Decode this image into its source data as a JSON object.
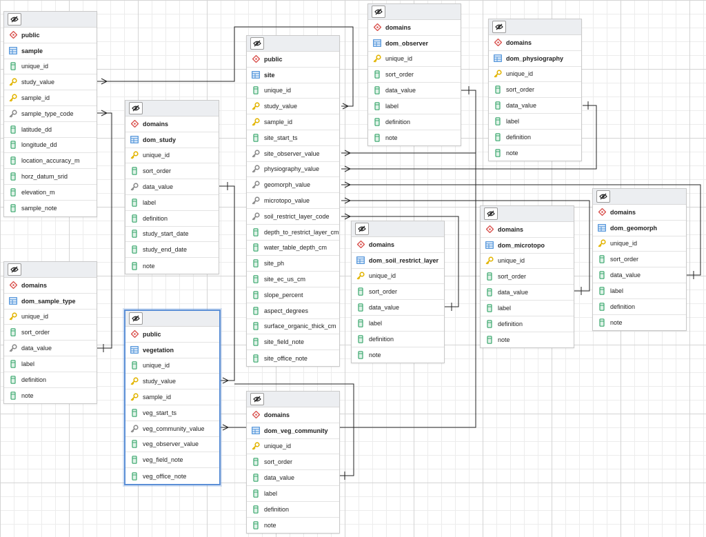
{
  "colors": {
    "schema_icon": "#d9534f",
    "table_icon": "#4a90d9",
    "column_icon": "#3aa76d",
    "pk_key": "#e2b400",
    "fk_key": "#8a8a8a",
    "selection": "#5b8fd6",
    "connector": "#222222"
  },
  "tables": [
    {
      "id": "sample",
      "schema": "public",
      "name": "sample",
      "columns": [
        {
          "name": "unique_id",
          "icon": "column-icon"
        },
        {
          "name": "study_value",
          "icon": "key-icon"
        },
        {
          "name": "sample_id",
          "icon": "key-icon"
        },
        {
          "name": "sample_type_code",
          "icon": "foreign-key-icon"
        },
        {
          "name": "latitude_dd",
          "icon": "column-icon"
        },
        {
          "name": "longitude_dd",
          "icon": "column-icon"
        },
        {
          "name": "location_accuracy_m",
          "icon": "column-icon"
        },
        {
          "name": "horz_datum_srid",
          "icon": "column-icon"
        },
        {
          "name": "elevation_m",
          "icon": "column-icon"
        },
        {
          "name": "sample_note",
          "icon": "column-icon"
        }
      ]
    },
    {
      "id": "dom_sample_type",
      "schema": "domains",
      "name": "dom_sample_type",
      "columns": [
        {
          "name": "unique_id",
          "icon": "key-icon"
        },
        {
          "name": "sort_order",
          "icon": "column-icon"
        },
        {
          "name": "data_value",
          "icon": "foreign-key-icon"
        },
        {
          "name": "label",
          "icon": "column-icon"
        },
        {
          "name": "definition",
          "icon": "column-icon"
        },
        {
          "name": "note",
          "icon": "column-icon"
        }
      ]
    },
    {
      "id": "dom_study",
      "schema": "domains",
      "name": "dom_study",
      "columns": [
        {
          "name": "unique_id",
          "icon": "key-icon"
        },
        {
          "name": "sort_order",
          "icon": "column-icon"
        },
        {
          "name": "data_value",
          "icon": "foreign-key-icon"
        },
        {
          "name": "label",
          "icon": "column-icon"
        },
        {
          "name": "definition",
          "icon": "column-icon"
        },
        {
          "name": "study_start_date",
          "icon": "column-icon"
        },
        {
          "name": "study_end_date",
          "icon": "column-icon"
        },
        {
          "name": "note",
          "icon": "column-icon"
        }
      ]
    },
    {
      "id": "vegetation",
      "schema": "public",
      "name": "vegetation",
      "selected": true,
      "columns": [
        {
          "name": "unique_id",
          "icon": "column-icon"
        },
        {
          "name": "study_value",
          "icon": "key-icon"
        },
        {
          "name": "sample_id",
          "icon": "key-icon"
        },
        {
          "name": "veg_start_ts",
          "icon": "column-icon"
        },
        {
          "name": "veg_community_value",
          "icon": "foreign-key-icon"
        },
        {
          "name": "veg_observer_value",
          "icon": "column-icon"
        },
        {
          "name": "veg_field_note",
          "icon": "column-icon"
        },
        {
          "name": "veg_office_note",
          "icon": "column-icon"
        }
      ]
    },
    {
      "id": "site",
      "schema": "public",
      "name": "site",
      "columns": [
        {
          "name": "unique_id",
          "icon": "column-icon"
        },
        {
          "name": "study_value",
          "icon": "key-icon"
        },
        {
          "name": "sample_id",
          "icon": "key-icon"
        },
        {
          "name": "site_start_ts",
          "icon": "column-icon"
        },
        {
          "name": "site_observer_value",
          "icon": "foreign-key-icon"
        },
        {
          "name": "physiography_value",
          "icon": "foreign-key-icon"
        },
        {
          "name": "geomorph_value",
          "icon": "foreign-key-icon"
        },
        {
          "name": "microtopo_value",
          "icon": "foreign-key-icon"
        },
        {
          "name": "soil_restrict_layer_code",
          "icon": "foreign-key-icon"
        },
        {
          "name": "depth_to_restrict_layer_cm",
          "icon": "column-icon"
        },
        {
          "name": "water_table_depth_cm",
          "icon": "column-icon"
        },
        {
          "name": "site_ph",
          "icon": "column-icon"
        },
        {
          "name": "site_ec_us_cm",
          "icon": "column-icon"
        },
        {
          "name": "slope_percent",
          "icon": "column-icon"
        },
        {
          "name": "aspect_degrees",
          "icon": "column-icon"
        },
        {
          "name": "surface_organic_thick_cm",
          "icon": "column-icon"
        },
        {
          "name": "site_field_note",
          "icon": "column-icon"
        },
        {
          "name": "site_office_note",
          "icon": "column-icon"
        }
      ]
    },
    {
      "id": "dom_veg_community",
      "schema": "domains",
      "name": "dom_veg_community",
      "columns": [
        {
          "name": "unique_id",
          "icon": "key-icon"
        },
        {
          "name": "sort_order",
          "icon": "column-icon"
        },
        {
          "name": "data_value",
          "icon": "column-icon"
        },
        {
          "name": "label",
          "icon": "column-icon"
        },
        {
          "name": "definition",
          "icon": "column-icon"
        },
        {
          "name": "note",
          "icon": "column-icon"
        }
      ]
    },
    {
      "id": "dom_observer",
      "schema": "domains",
      "name": "dom_observer",
      "columns": [
        {
          "name": "unique_id",
          "icon": "key-icon"
        },
        {
          "name": "sort_order",
          "icon": "column-icon"
        },
        {
          "name": "data_value",
          "icon": "column-icon"
        },
        {
          "name": "label",
          "icon": "column-icon"
        },
        {
          "name": "definition",
          "icon": "column-icon"
        },
        {
          "name": "note",
          "icon": "column-icon"
        }
      ]
    },
    {
      "id": "dom_soil_restrict_layer",
      "schema": "domains",
      "name": "dom_soil_restrict_layer",
      "columns": [
        {
          "name": "unique_id",
          "icon": "key-icon"
        },
        {
          "name": "sort_order",
          "icon": "column-icon"
        },
        {
          "name": "data_value",
          "icon": "column-icon"
        },
        {
          "name": "label",
          "icon": "column-icon"
        },
        {
          "name": "definition",
          "icon": "column-icon"
        },
        {
          "name": "note",
          "icon": "column-icon"
        }
      ]
    },
    {
      "id": "dom_physiography",
      "schema": "domains",
      "name": "dom_physiography",
      "columns": [
        {
          "name": "unique_id",
          "icon": "key-icon"
        },
        {
          "name": "sort_order",
          "icon": "column-icon"
        },
        {
          "name": "data_value",
          "icon": "column-icon"
        },
        {
          "name": "label",
          "icon": "column-icon"
        },
        {
          "name": "definition",
          "icon": "column-icon"
        },
        {
          "name": "note",
          "icon": "column-icon"
        }
      ]
    },
    {
      "id": "dom_microtopo",
      "schema": "domains",
      "name": "dom_microtopo",
      "columns": [
        {
          "name": "unique_id",
          "icon": "key-icon"
        },
        {
          "name": "sort_order",
          "icon": "column-icon"
        },
        {
          "name": "data_value",
          "icon": "column-icon"
        },
        {
          "name": "label",
          "icon": "column-icon"
        },
        {
          "name": "definition",
          "icon": "column-icon"
        },
        {
          "name": "note",
          "icon": "column-icon"
        }
      ]
    },
    {
      "id": "dom_geomorph",
      "schema": "domains",
      "name": "dom_geomorph",
      "columns": [
        {
          "name": "unique_id",
          "icon": "key-icon"
        },
        {
          "name": "sort_order",
          "icon": "column-icon"
        },
        {
          "name": "data_value",
          "icon": "column-icon"
        },
        {
          "name": "label",
          "icon": "column-icon"
        },
        {
          "name": "definition",
          "icon": "column-icon"
        },
        {
          "name": "note",
          "icon": "column-icon"
        }
      ]
    }
  ]
}
